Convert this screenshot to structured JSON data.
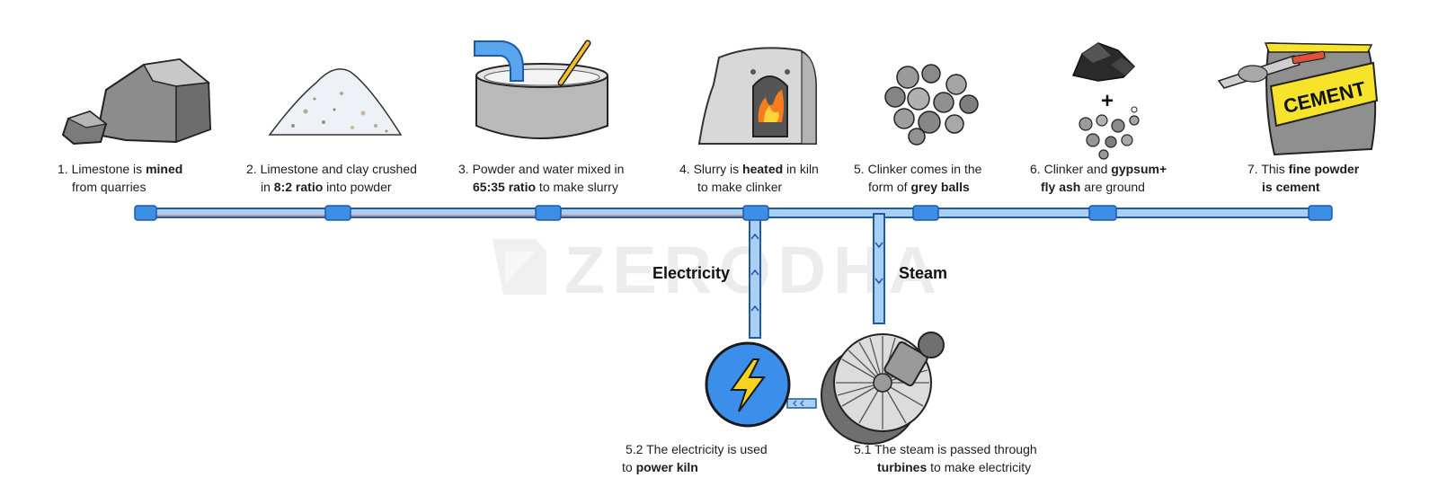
{
  "watermark": "ZERODHA",
  "colors": {
    "pipe": "#a9cff2",
    "pipe_edge": "#1f5aa6",
    "joint": "#3d8fe6",
    "power": "#3b8eea",
    "bolt": "#f6d31f",
    "flame": "#f57c1f",
    "bag": "#f7e42a"
  },
  "steps": [
    {
      "num": "1.",
      "pre": "Limestone is ",
      "bold": "mined",
      "post": "",
      "line2_pre": "from quarries",
      "line2_bold": "",
      "line2_post": "",
      "icon": "rocks-icon"
    },
    {
      "num": "2.",
      "pre": "Limestone and clay crushed",
      "bold": "",
      "post": "",
      "line2_pre": "in ",
      "line2_bold": "8:2 ratio",
      "line2_post": " into powder",
      "icon": "powder-pile-icon"
    },
    {
      "num": "3.",
      "pre": "Powder and water mixed in",
      "bold": "",
      "post": "",
      "line2_pre": "",
      "line2_bold": "65:35 ratio",
      "line2_post": " to make slurry",
      "icon": "mixing-tank-icon"
    },
    {
      "num": "4.",
      "pre": "Slurry is ",
      "bold": "heated",
      "post": " in kiln",
      "line2_pre": "to make clinker",
      "line2_bold": "",
      "line2_post": "",
      "icon": "kiln-icon"
    },
    {
      "num": "5.",
      "pre": "Clinker comes in the",
      "bold": "",
      "post": "",
      "line2_pre": "form of ",
      "line2_bold": "grey balls",
      "line2_post": "",
      "icon": "clinker-balls-icon"
    },
    {
      "num": "6.",
      "pre": "Clinker and ",
      "bold": "gypsum+",
      "post": "",
      "line2_pre": "",
      "line2_bold": "fly ash",
      "line2_post": " are ground",
      "icon": "clinker-gypsum-icon"
    },
    {
      "num": "7.",
      "pre": "This ",
      "bold": "fine powder",
      "post": "",
      "line2_pre": "",
      "line2_bold": "is cement",
      "line2_post": "",
      "icon": "cement-bag-icon"
    }
  ],
  "cement_bag_text": "CEMENT",
  "plus_sign": "+",
  "branch_labels": {
    "electricity": "Electricity",
    "steam": "Steam"
  },
  "sub_steps": [
    {
      "num": "5.2",
      "pre": "The electricity is used",
      "line2_pre": "to ",
      "line2_bold": "power kiln",
      "line2_post": ""
    },
    {
      "num": "5.1",
      "pre": "The steam is passed through",
      "line2_pre": "",
      "line2_bold": "turbines",
      "line2_post": " to make electricity"
    }
  ]
}
